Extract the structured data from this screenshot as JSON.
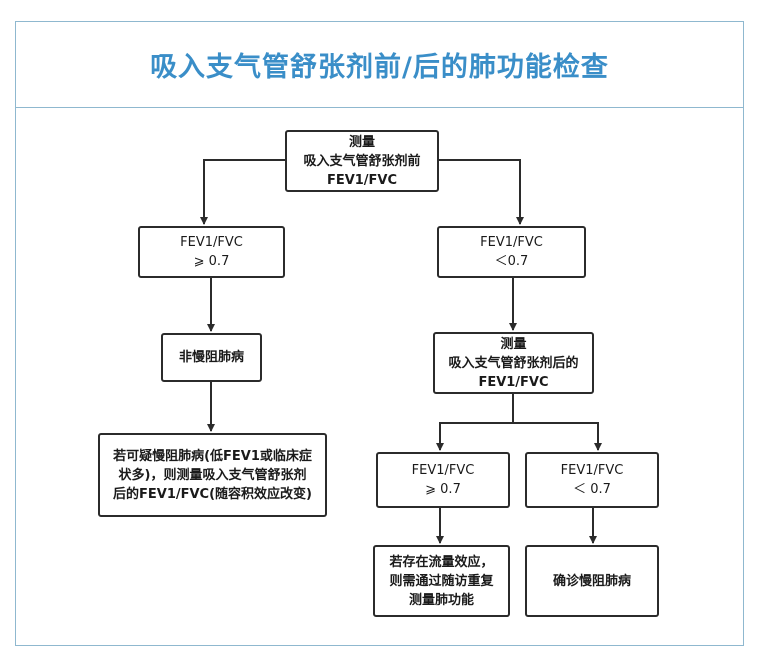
{
  "title": "吸入支气管舒张剂前/后的肺功能检查",
  "colors": {
    "title": "#3a8ec8",
    "frame_border": "#8fb8cf",
    "box_border": "#2b2b2b",
    "arrow": "#2b2b2b"
  },
  "nodes": {
    "pre_measure": [
      "测量",
      "吸入支气管舒张剂前",
      "FEV1/FVC"
    ],
    "pre_ge": [
      "FEV1/FVC",
      "⩾ 0.7"
    ],
    "pre_lt": [
      "FEV1/FVC",
      "＜0.7"
    ],
    "non_copd": [
      "非慢阻肺病"
    ],
    "suspect_copd": [
      "若可疑慢阻肺病(低FEV1或临床症",
      "状多)，则测量吸入支气管舒张剂",
      "后的FEV1/FVC(随容积效应改变)"
    ],
    "post_measure": [
      "测量",
      "吸入支气管舒张剂后的",
      "FEV1/FVC"
    ],
    "post_ge": [
      "FEV1/FVC",
      "⩾ 0.7"
    ],
    "post_lt": [
      "FEV1/FVC",
      "＜ 0.7"
    ],
    "flow_effect": [
      "若存在流量效应，",
      "则需通过随访重复",
      "测量肺功能"
    ],
    "confirm_copd": [
      "确诊慢阻肺病"
    ]
  }
}
